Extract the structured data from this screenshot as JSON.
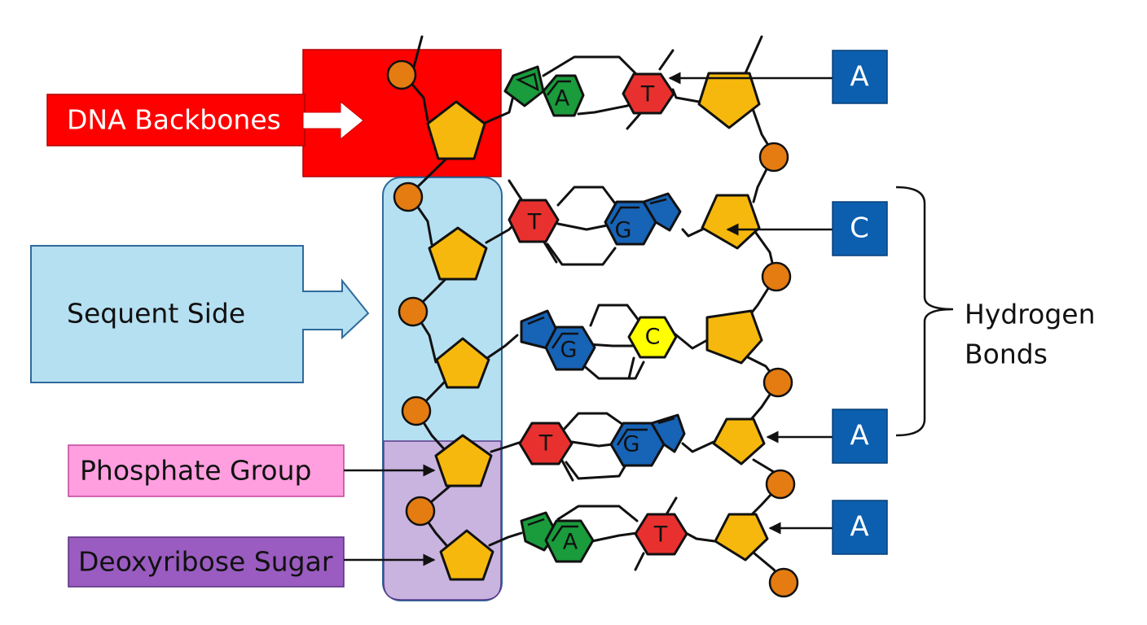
{
  "labels": {
    "dna_backbones": "DNA Backbones",
    "sequent_side": "Sequent Side",
    "phosphate_group": "Phosphate Group",
    "deoxyribose_sugar": "Deoxyribose Sugar",
    "hydrogen_bonds_line1": "Hydrogen",
    "hydrogen_bonds_line2": "Bonds"
  },
  "base_pairs": [
    {
      "left": "A",
      "right": "T"
    },
    {
      "left": "T",
      "right": "G"
    },
    {
      "left": "G",
      "right": "C"
    },
    {
      "left": "T",
      "right": "G"
    },
    {
      "left": "A",
      "right": "T"
    }
  ],
  "sequence_boxes": [
    "A",
    "C",
    "A",
    "A"
  ],
  "colors": {
    "backbone_red": "#ff0000",
    "sequent_blue": "#b5e0f2",
    "phosphate_pink": "#ff9fe0",
    "sugar_purple": "#9a5cc0",
    "sequence_box_blue": "#0b5fae",
    "adenine_green": "#1a9b3c",
    "thymine_red": "#e8312f",
    "guanine_blue": "#1763b6",
    "cytosine_yellow": "#ffff00",
    "sugar_fill": "#f6b80c",
    "phosphate_fill": "#e47c12"
  },
  "icons": [
    "right-arrow-icon",
    "bracket-icon",
    "pointer-arrow-icon"
  ]
}
